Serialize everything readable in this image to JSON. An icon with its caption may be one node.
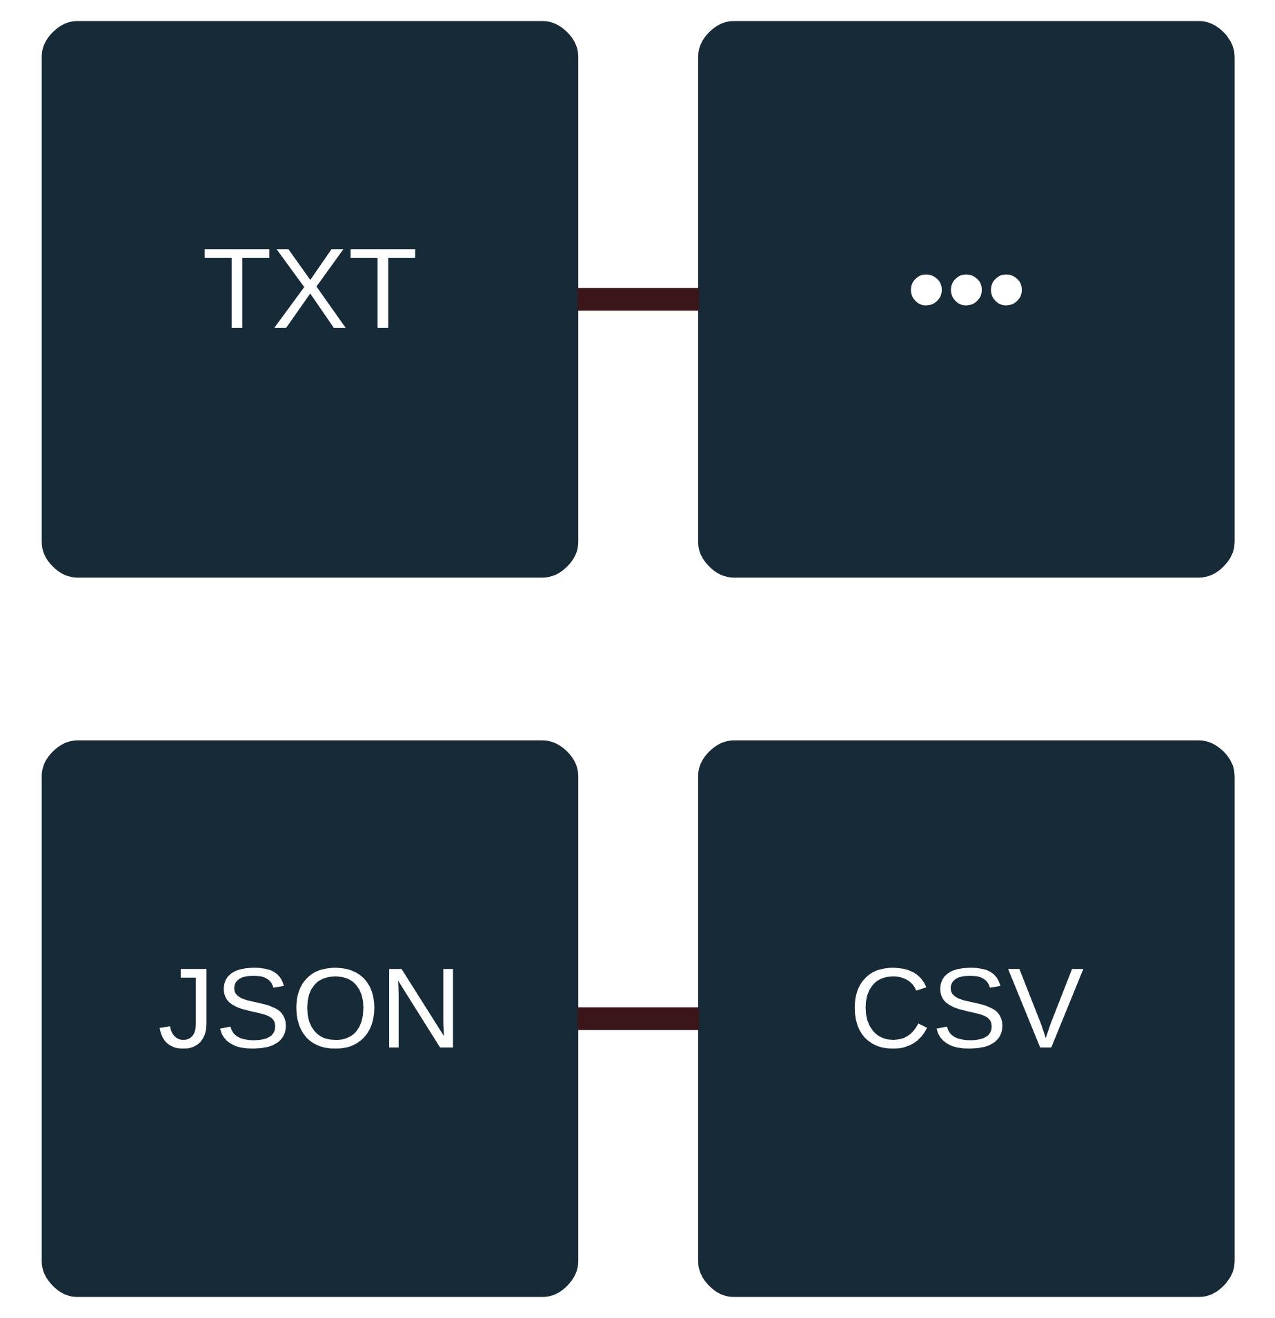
{
  "diagram": {
    "nodes": [
      {
        "text": [
          "JSON"
        ]
      },
      {
        "text": [
          "CSV"
        ]
      },
      {
        "text": [
          "TXT"
        ]
      },
      {
        "text": [
          "•••"
        ]
      }
    ],
    "edges": [
      {
        "from": 0,
        "to": 1,
        "arrow": "none"
      },
      {
        "from": 2,
        "to": 3,
        "arrow": "none"
      }
    ]
  }
}
